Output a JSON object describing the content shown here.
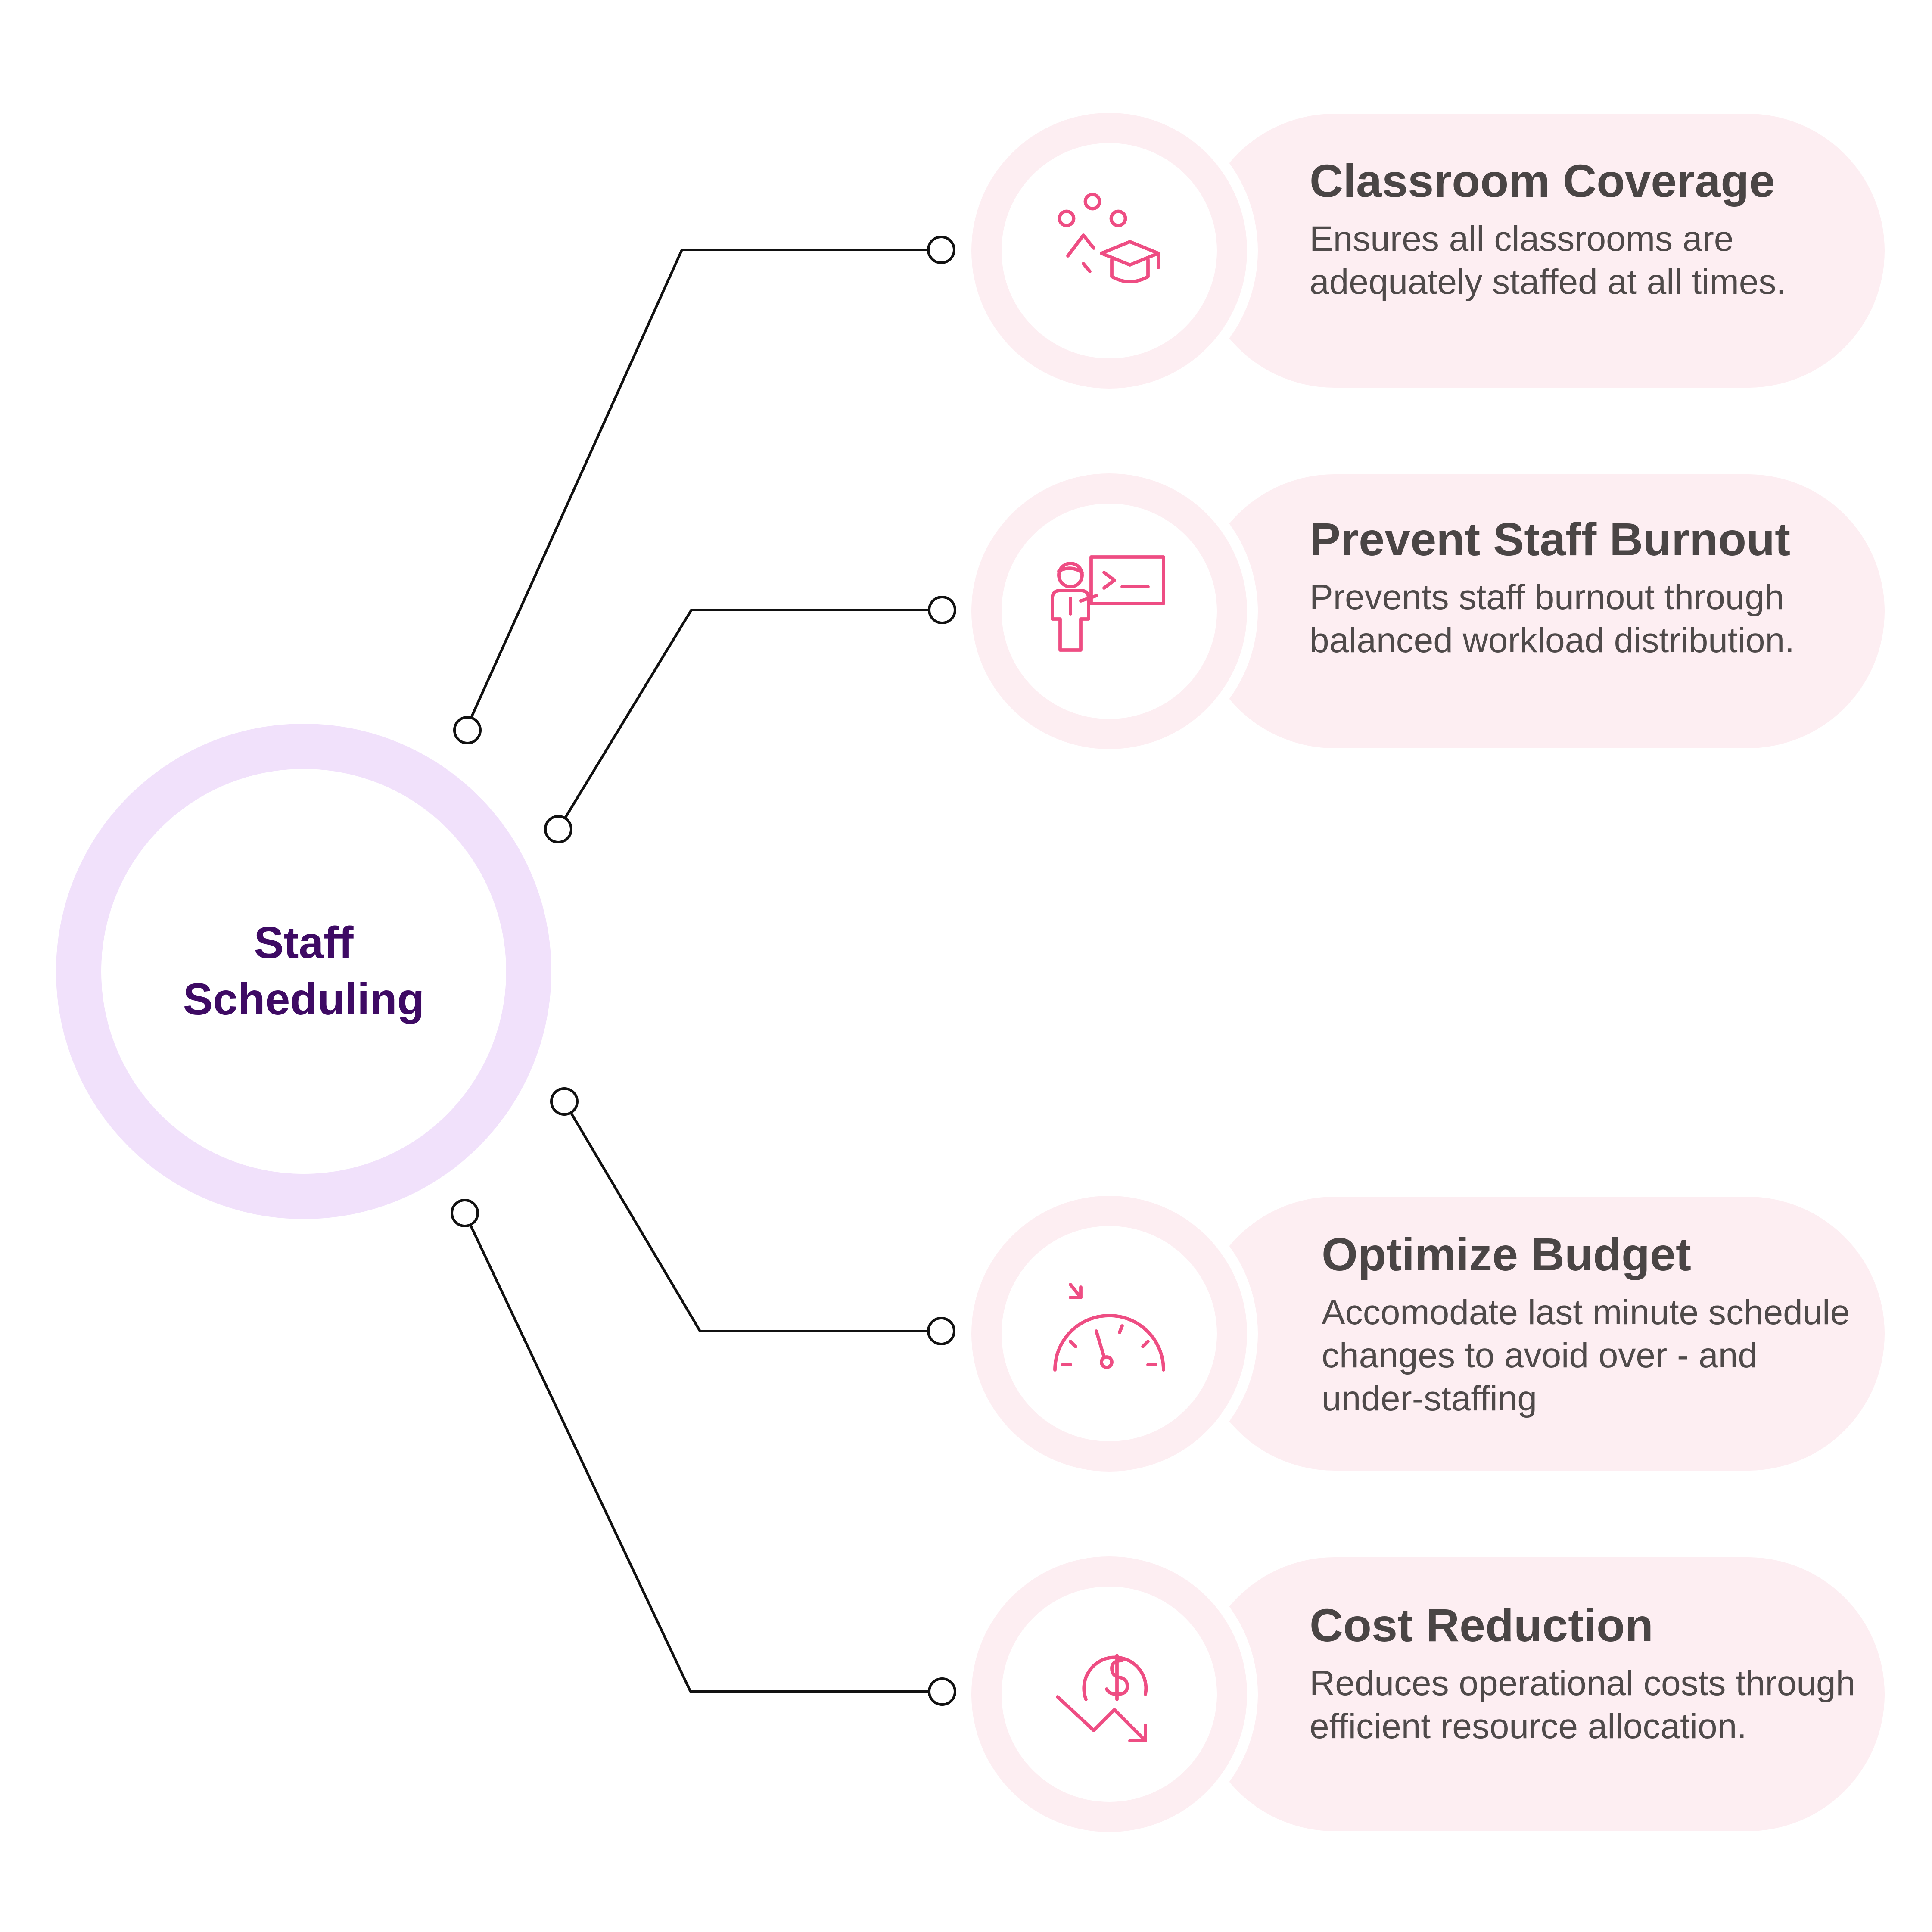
{
  "center": {
    "title": "Staff Scheduling"
  },
  "colors": {
    "center_ring": "#f1e1fb",
    "center_text": "#3e0a64",
    "card_fill": "#fdeef2",
    "icon_stroke": "#ee4d83",
    "text": "#4a4545",
    "connector": "#111111"
  },
  "items": [
    {
      "title": "Classroom Coverage",
      "description": "Ensures all classrooms are adequately staffed at all times.",
      "icon": "graduation-cap-icon"
    },
    {
      "title": "Prevent Staff Burnout",
      "description": "Prevents staff burnout through balanced workload distribution.",
      "icon": "presenter-board-icon"
    },
    {
      "title": "Optimize Budget",
      "description": "Accomodate last minute schedule changes to avoid over - and under-staffing",
      "icon": "speedometer-icon"
    },
    {
      "title": "Cost Reduction",
      "description": "Reduces operational costs through efficient resource allocation.",
      "icon": "dollar-decrease-icon"
    }
  ]
}
